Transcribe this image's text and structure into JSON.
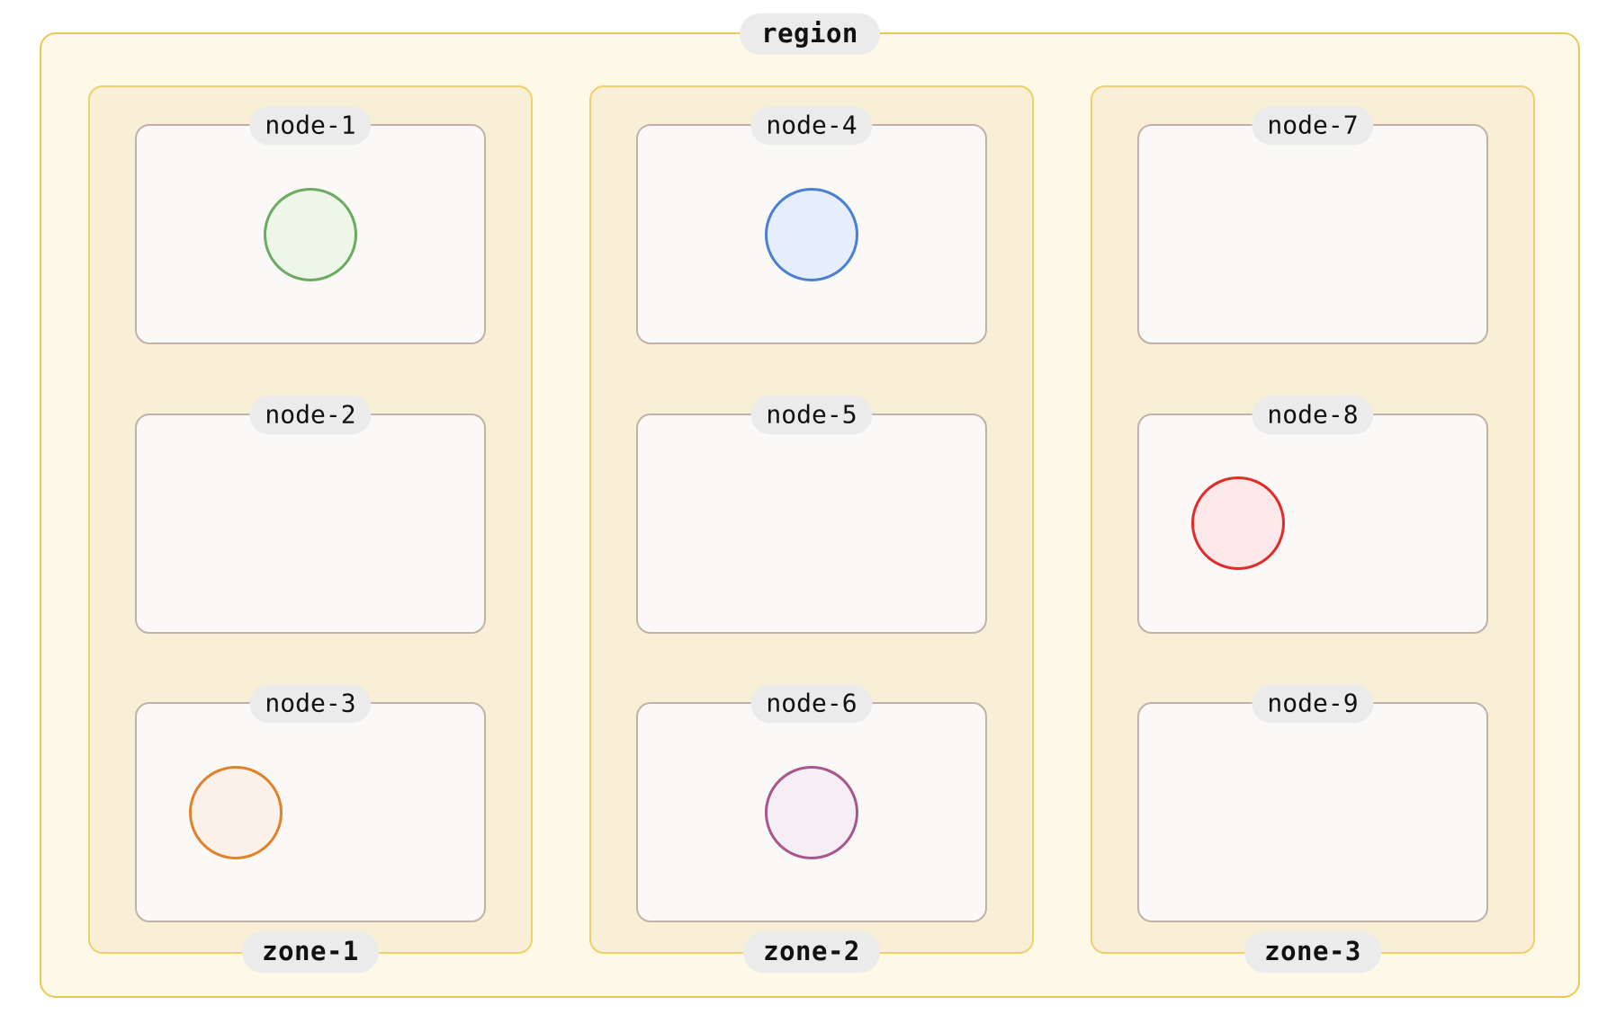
{
  "region": {
    "label": "region",
    "bg": "#fdf8e7",
    "border": "#e9c94f"
  },
  "zone_style": {
    "bg": "#f8efd6",
    "border": "#f1cf6b"
  },
  "node_style": {
    "bg": "#faf9f7",
    "border": "#c1b1a9"
  },
  "label_pill": {
    "bg": "#ebebeb",
    "fg": "#111111"
  },
  "zones": [
    {
      "label": "zone-1",
      "nodes": [
        {
          "label": "node-1",
          "marker": {
            "present": true,
            "position": "center",
            "stroke": "#6aab5f",
            "fill": "#eef6ea",
            "color_name": "green"
          }
        },
        {
          "label": "node-2",
          "marker": {
            "present": false,
            "position": "center",
            "stroke": "",
            "fill": "",
            "color_name": ""
          }
        },
        {
          "label": "node-3",
          "marker": {
            "present": true,
            "position": "left",
            "stroke": "#e0822a",
            "fill": "#fdf2e9",
            "color_name": "orange"
          }
        }
      ]
    },
    {
      "label": "zone-2",
      "nodes": [
        {
          "label": "node-4",
          "marker": {
            "present": true,
            "position": "center",
            "stroke": "#4a80d1",
            "fill": "#e6eefb",
            "color_name": "blue"
          }
        },
        {
          "label": "node-5",
          "marker": {
            "present": false,
            "position": "center",
            "stroke": "",
            "fill": "",
            "color_name": ""
          }
        },
        {
          "label": "node-6",
          "marker": {
            "present": true,
            "position": "center",
            "stroke": "#a8568c",
            "fill": "#f6eef5",
            "color_name": "purple"
          }
        }
      ]
    },
    {
      "label": "zone-3",
      "nodes": [
        {
          "label": "node-7",
          "marker": {
            "present": false,
            "position": "center",
            "stroke": "",
            "fill": "",
            "color_name": ""
          }
        },
        {
          "label": "node-8",
          "marker": {
            "present": true,
            "position": "left",
            "stroke": "#e02c28",
            "fill": "#fce8e8",
            "color_name": "red"
          }
        },
        {
          "label": "node-9",
          "marker": {
            "present": false,
            "position": "center",
            "stroke": "",
            "fill": "",
            "color_name": ""
          }
        }
      ]
    }
  ]
}
